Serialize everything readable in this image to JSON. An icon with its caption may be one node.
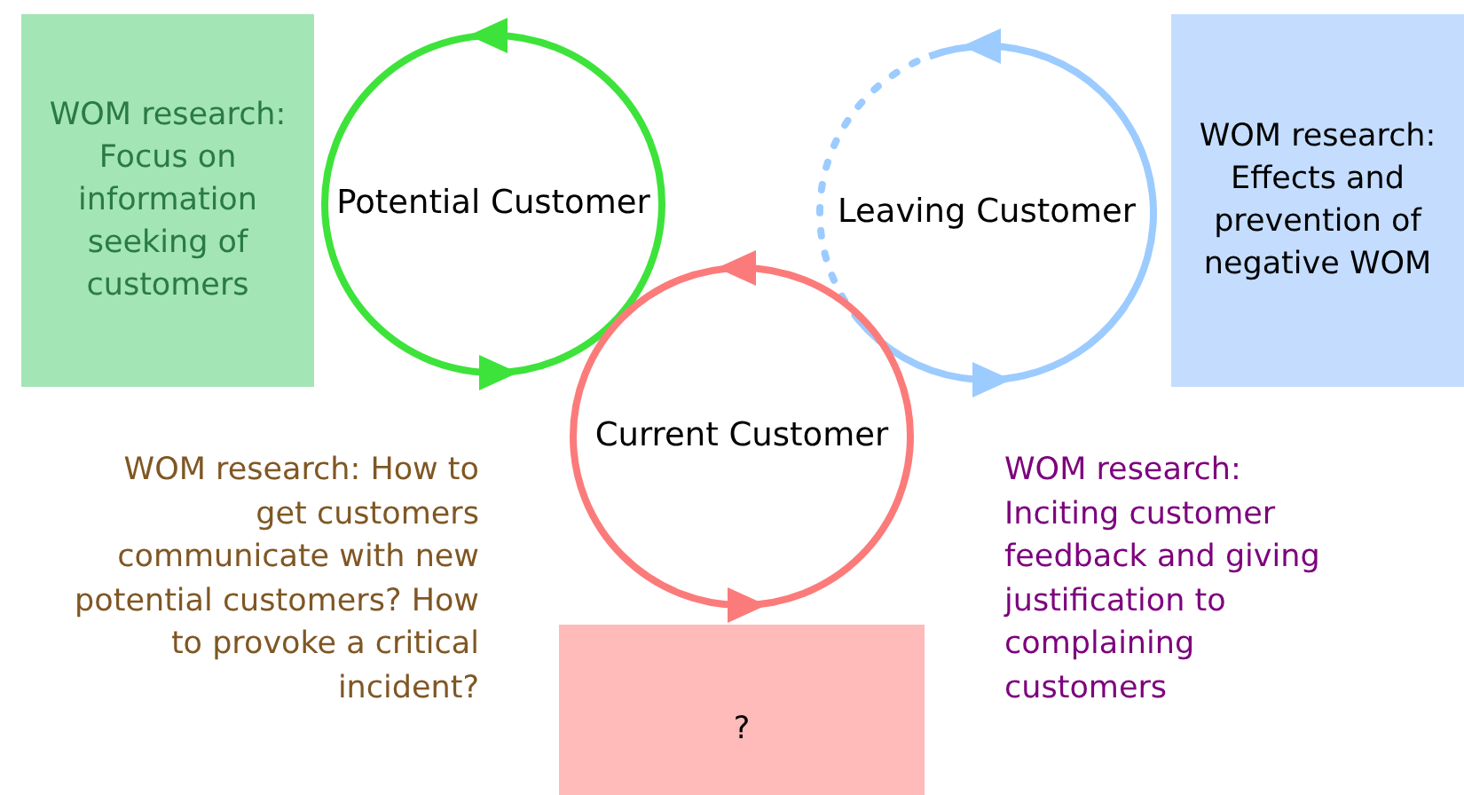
{
  "diagram": {
    "nodes": [
      {
        "text": [
          "WOM research: Focus on information seeking of customers"
        ]
      },
      {
        "text": [
          "Potential Customer"
        ]
      },
      {
        "text": [
          "Leaving Customer"
        ]
      },
      {
        "text": [
          "WOM research: Effects and prevention of negative WOM"
        ]
      },
      {
        "text": [
          "Current Customer"
        ]
      },
      {
        "text": [
          "?"
        ]
      }
    ],
    "labels": [
      "WOM research: How to get customers communicate with new potential customers? How to provoke a critical incident?",
      "WOM research: Inciting customer feedback and giving justification to complaining customers"
    ]
  }
}
